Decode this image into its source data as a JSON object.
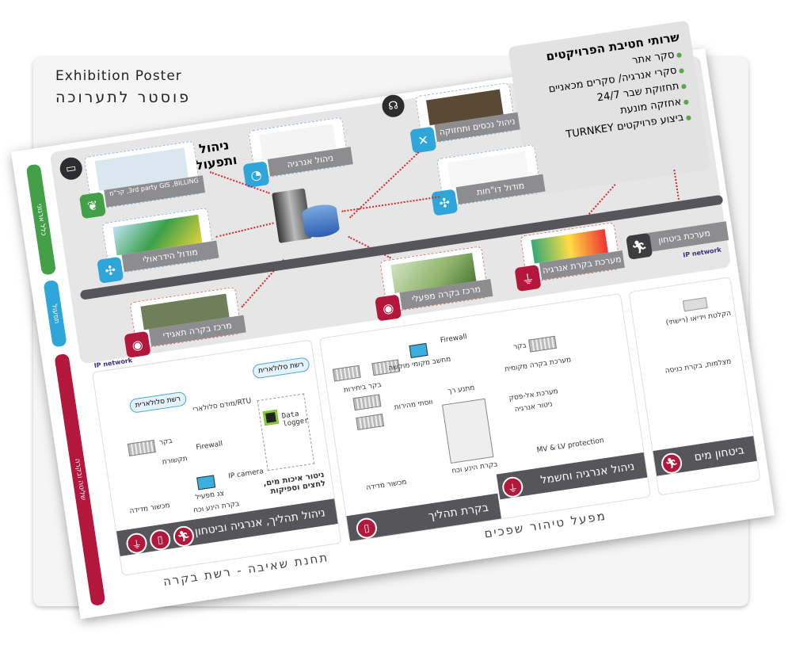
{
  "header": {
    "title": "Exhibition Poster",
    "subtitle": "פוסטר לתערוכה"
  },
  "side_labels": [
    "כלל ארגוני",
    "תפעול",
    "שליטה ובקרה"
  ],
  "management": {
    "heading_line1": "ניהול",
    "heading_line2": "ותפעול"
  },
  "modules": {
    "third_party": "3rd party GIS ,BILLING, קר\"מ",
    "energy": "ניהול אנרגיה",
    "assets": "ניהול נכסים ותחזוקה",
    "hydraulic": "מודול הידראולי",
    "reports": "מודול דו\"חות",
    "corporate_control": "מרכז בקרה תאגידי",
    "plant_control": "מרכז בקרה מפעלי",
    "energy_control": "מערכת בקרת אנרגיה",
    "security": "מערכת ביטחון"
  },
  "services": {
    "title": "שרותי חטיבת הפרויקטים",
    "items": [
      "סקר אתר",
      "סקרי אנרגיה/ סקרים מכאניים",
      "תחזוקת שבר 24/7",
      "אחזקה מונעת",
      "ביצוע פרויקטים TURNKEY"
    ]
  },
  "network": {
    "ip": "IP network",
    "firewall": "Firewall"
  },
  "left_section": {
    "cloud1": "רשת סלולארית",
    "cloud2": "רשת סלולארית",
    "rtu": "RTU/מודם סלולארי",
    "controller": "בקר",
    "comm": "תקשורת",
    "firewall": "Firewall",
    "ip_camera": "IP camera",
    "panel": "צג מפעיל",
    "meter": "מכשור מדידה",
    "vfd": "בקרת הינע וכח",
    "data_logger": "Data logger",
    "wq": "ניטור איכות מים, לחצים וספיקות",
    "title": "ניהול תהליך, אנרגיה וביטחון",
    "footer": "תחנת שאיבה - רשת בקרה"
  },
  "middle_section": {
    "pc": "מחשב מקומי מוקשה",
    "safety_plc": "בקר ביתירות",
    "speed": "ווסתי מהירות",
    "soft": "מתנע רך",
    "vfd": "בקרת הינע וכח",
    "meter": "מכשור מדידה",
    "controller": "בקר",
    "local_ctrl": "מערכת בקרה מקומית",
    "ups": "מערכת אל-פסק",
    "energy_mon": "ניטור אנרגיה",
    "mvlv": "MV & LV protection",
    "title_process": "בקרת תהליך",
    "title_energy": "ניהול אנרגיה וחשמל",
    "footer": "מפעל טיהור שפכים"
  },
  "right_section": {
    "nvr": "הקלטת וידיאו (רישתי)",
    "cams": "מצלמות, בקרת כניסה",
    "title": "ביטחון מים"
  },
  "colors": {
    "green": "#43a047",
    "blue": "#2fa6d9",
    "red": "#b3173b",
    "dark": "#56565a"
  }
}
